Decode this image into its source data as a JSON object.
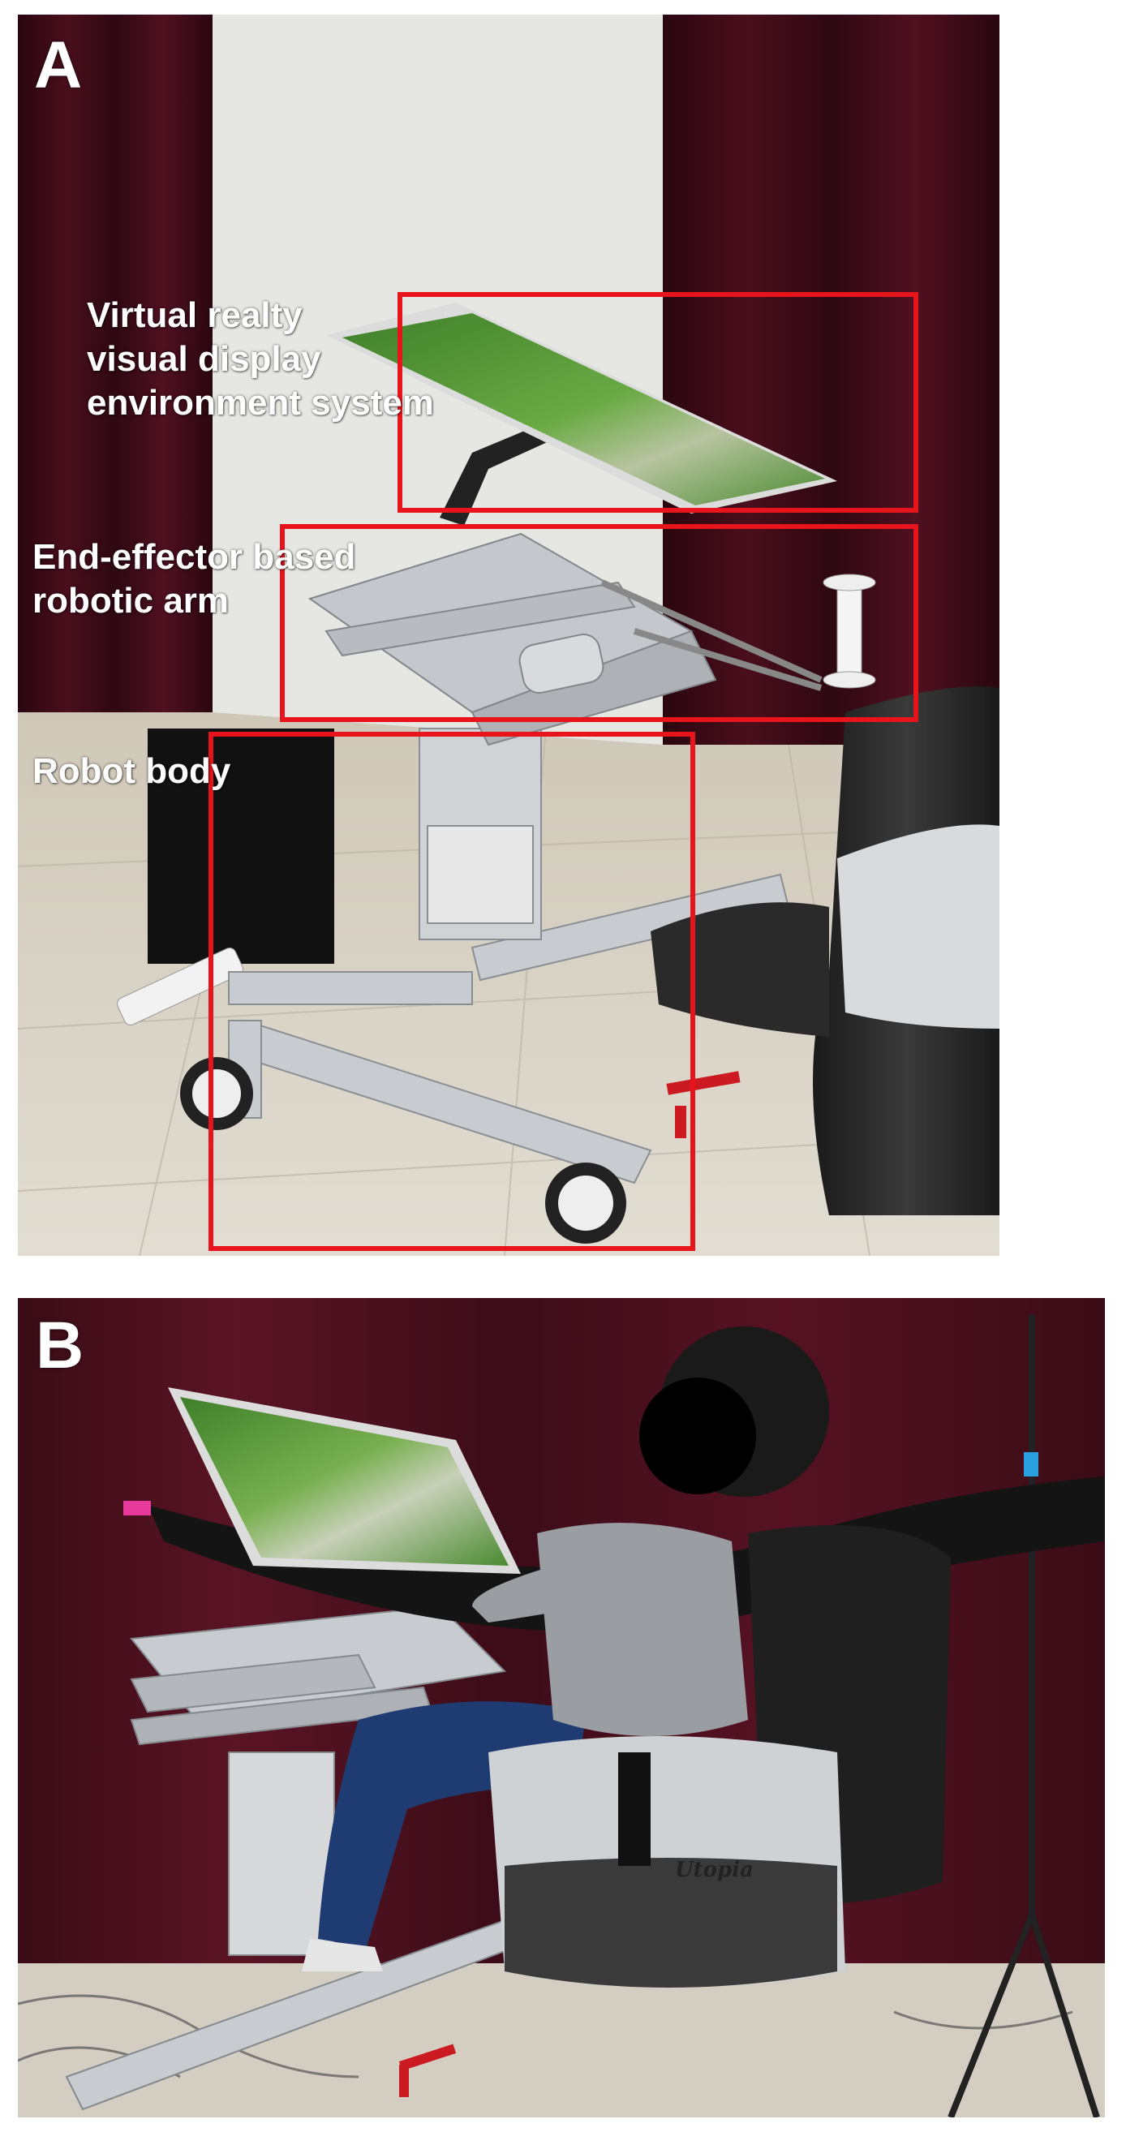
{
  "panels": [
    {
      "letter": "A",
      "labels": {
        "vr_display": "Virtual realty\nvisual display\nenvironment system",
        "robotic_arm": "End-effector based\nrobotic arm",
        "robot_body": "Robot body"
      }
    },
    {
      "letter": "B",
      "chair_brand": "Utopia"
    }
  ],
  "colors": {
    "annotation": "#e8141c",
    "curtain": "#3a0a14",
    "wall": "#e8e8e6",
    "floor": "#d8d2c4",
    "aluminum": "#c8ccd0",
    "screen_green": "#5a9a3a"
  }
}
